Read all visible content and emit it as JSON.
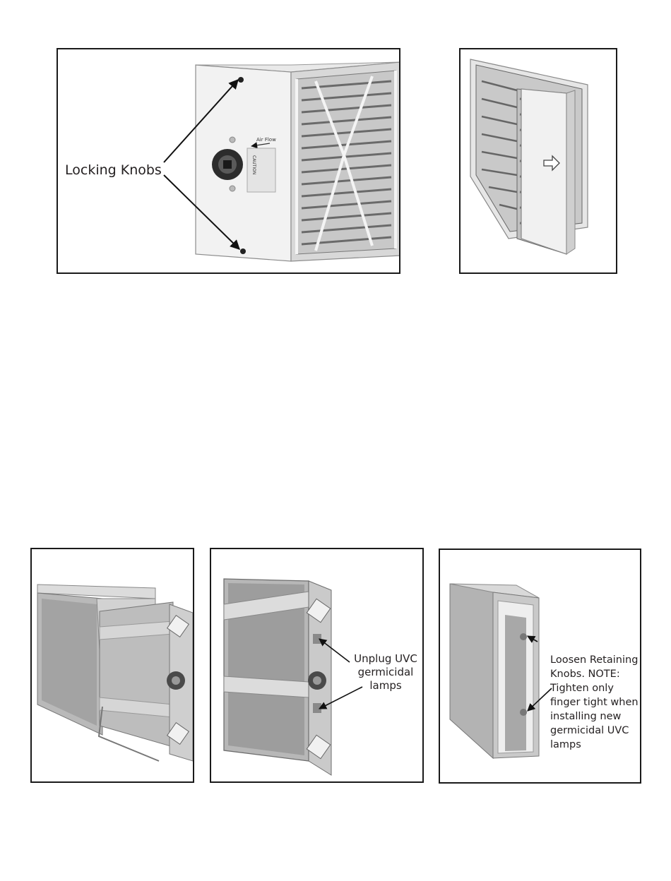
{
  "panels": {
    "front_unit": {
      "annotation": "Locking Knobs",
      "airflow_label": "Air Flow",
      "caution_label": "CAUTION"
    },
    "filter_removal": {
      "arrow": "right"
    },
    "lamp_assembly_pull": {},
    "lamp_assembly": {
      "annotation": "Unplug UVC germicidal lamps"
    },
    "retaining_knobs": {
      "annotation": "Loosen Retaining Knobs. NOTE: Tighten only finger tight when installing new germicidal UVC lamps"
    }
  }
}
